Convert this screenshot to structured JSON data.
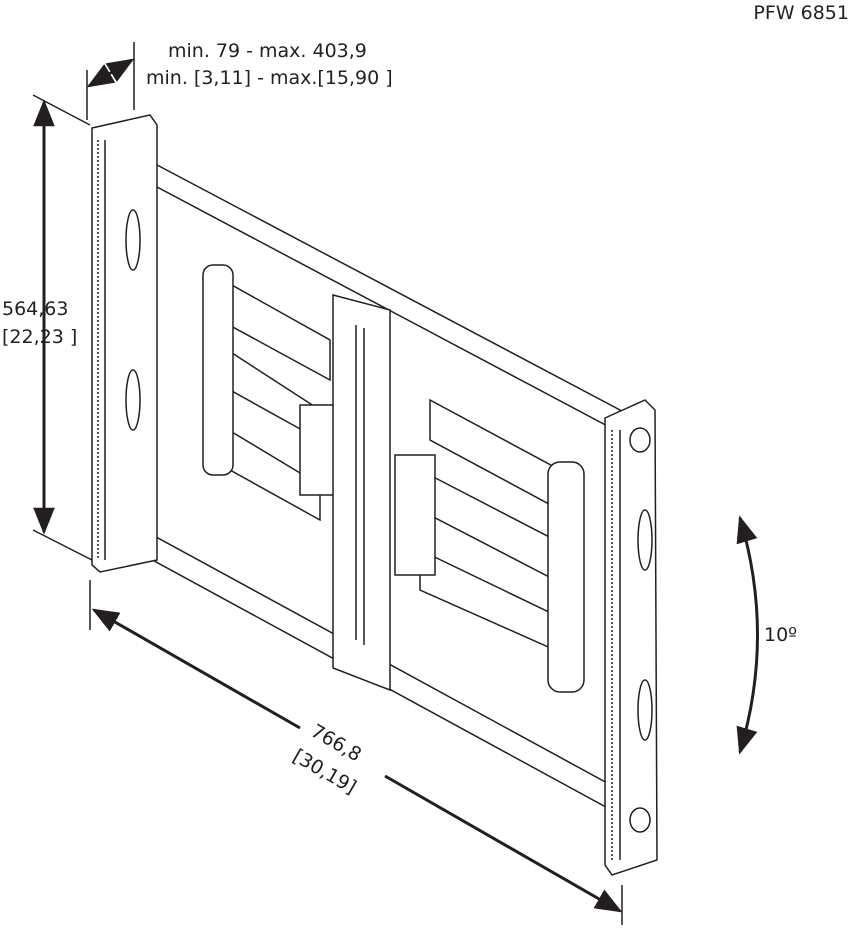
{
  "model": "PFW 6851",
  "depth": {
    "mm": "min. 79 - max. 403,9",
    "inch": "min. [3,11] - max.[15,90 ]"
  },
  "height": {
    "mm": "564,63",
    "inch": "[22,23 ]"
  },
  "width": {
    "mm": "766,8",
    "inch": "[30,19]"
  },
  "tilt": "10º"
}
